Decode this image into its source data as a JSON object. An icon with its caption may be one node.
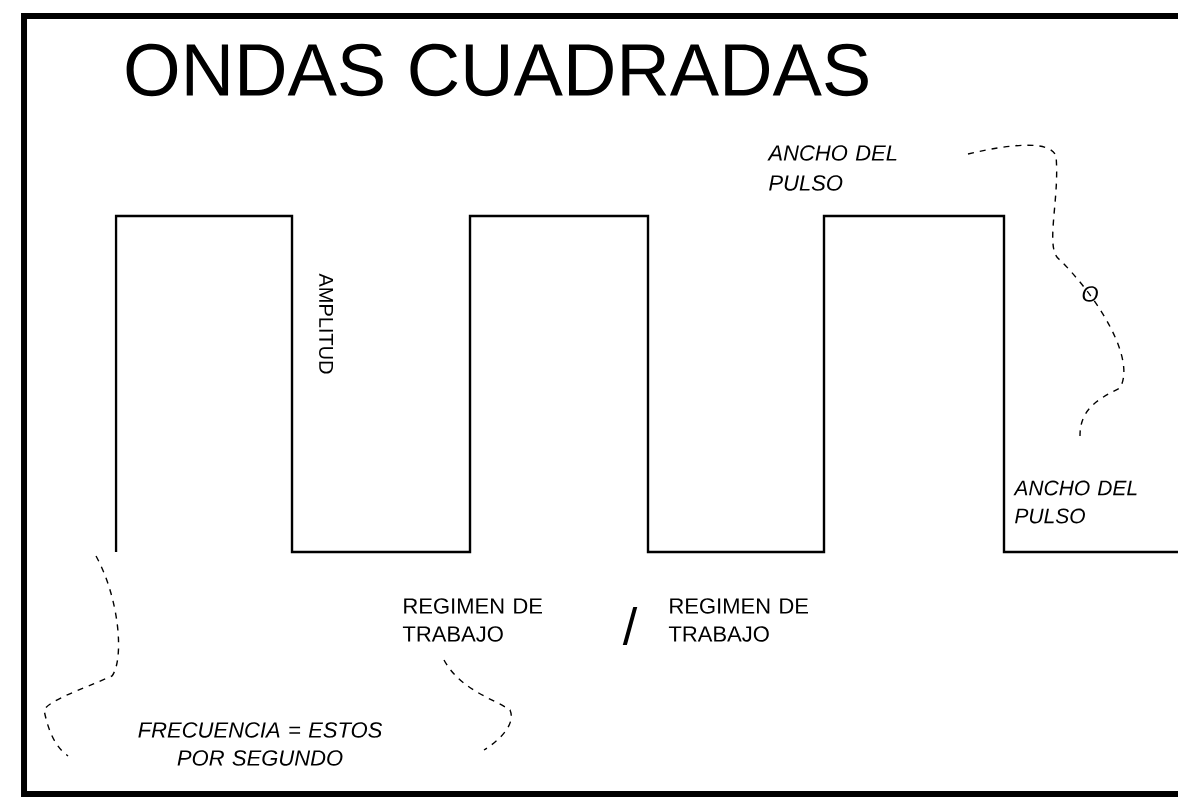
{
  "diagram": {
    "title": "ONDAS CUADRADAS",
    "labels": [
      "AMPLITUD",
      "ANCHO DEL PULSO",
      "O",
      "ANCHO DEL PULSO",
      "REGIMEN DE TRABAJO",
      "/",
      "REGIMEN DE TRABAJO",
      "FRECUENCIA = ESTOS POR SEGUNDO"
    ]
  }
}
